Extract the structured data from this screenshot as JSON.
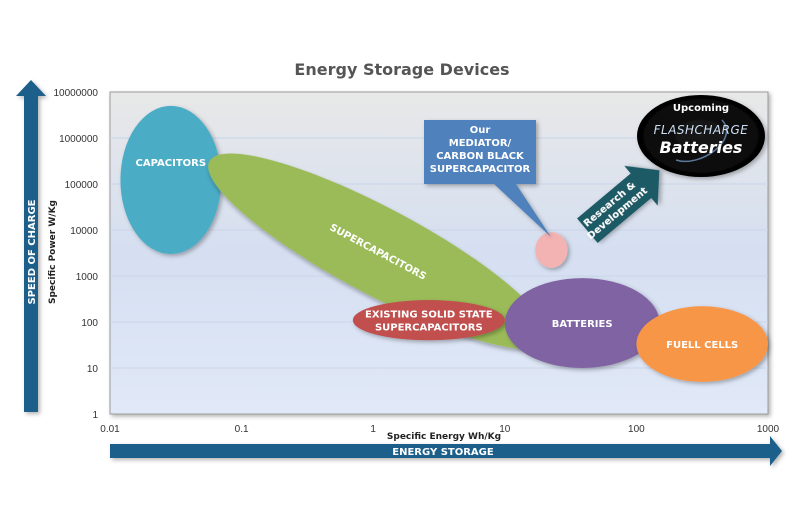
{
  "chart_data": {
    "type": "scatter",
    "title": "Energy Storage Devices",
    "xlabel": "Specific Energy Wh/Kg",
    "ylabel": "Specific Power W/Kg",
    "xscale": "log",
    "yscale": "log",
    "xlim": [
      0.01,
      1000
    ],
    "ylim": [
      1,
      10000000
    ],
    "x_ticks": [
      "0.01",
      "0.1",
      "1",
      "10",
      "100",
      "1000"
    ],
    "y_ticks": [
      "1",
      "10",
      "100",
      "1000",
      "10000",
      "100000",
      "1000000",
      "10000000"
    ],
    "grid": "horizontal",
    "x_arrow_label": "ENERGY STORAGE",
    "y_arrow_label": "SPEED OF CHARGE",
    "regions": [
      {
        "name": "CAPACITORS",
        "color": "#4BACC6",
        "x_range": [
          0.012,
          0.07
        ],
        "y_range": [
          3000,
          5000000
        ],
        "rotation": 0
      },
      {
        "name": "SUPERCAPACITORS",
        "color": "#9BBB59",
        "x_range": [
          0.06,
          20
        ],
        "y_range": [
          20,
          600000
        ],
        "rotation": 28
      },
      {
        "name": "EXISTING SOLID STATE SUPERCAPACITORS",
        "color": "#C0504D",
        "x_range": [
          0.7,
          10
        ],
        "y_range": [
          40,
          300
        ],
        "rotation": 0
      },
      {
        "name": "BATTERIES",
        "color": "#8064A2",
        "x_range": [
          10,
          150
        ],
        "y_range": [
          10,
          900
        ],
        "rotation": 0
      },
      {
        "name": "FUELL CELLS",
        "color": "#F79646",
        "x_range": [
          100,
          1000
        ],
        "y_range": [
          5,
          220
        ],
        "rotation": 0
      },
      {
        "name": "Our MEDIATOR/CARBON BLACK SUPERCAPACITOR",
        "color": "#F4B3B3",
        "x_range": [
          17,
          30
        ],
        "y_range": [
          1500,
          9000
        ],
        "rotation": 0
      }
    ],
    "annotations": [
      {
        "text_lines": [
          "Our",
          "MEDIATOR/",
          "CARBON BLACK",
          "SUPERCAPACITOR"
        ],
        "type": "callout",
        "color": "#4F81BD"
      },
      {
        "text_lines": [
          "Research &",
          "Development"
        ],
        "type": "arrow",
        "color": "#1F5A66"
      },
      {
        "text_lines": [
          "Upcoming"
        ],
        "type": "badge",
        "color": "#000000"
      }
    ]
  },
  "badge": {
    "heading": "Upcoming",
    "brand_top": "FLASHCHARGE",
    "brand_bottom": "Batteries"
  },
  "colors": {
    "arrow": "#1F5F8B",
    "grid": "#C9D5EA",
    "plot_top": "#E6E6E6",
    "plot_bottom": "#DCE6F7"
  }
}
